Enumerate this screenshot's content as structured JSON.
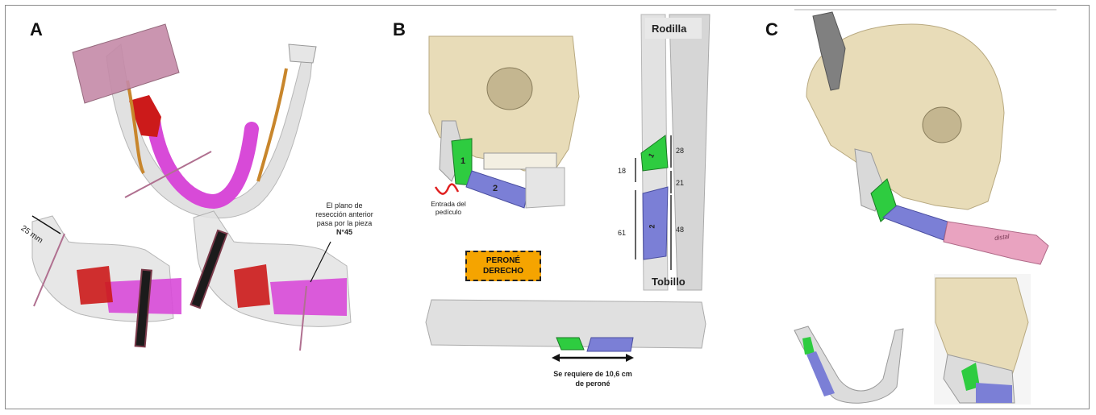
{
  "panels": {
    "a": {
      "letter": "A",
      "measure": "25 mm",
      "note_line1": "El plano de",
      "note_line2": "resección anterior",
      "note_line3": "pasa por la pieza",
      "note_line4": "N°45"
    },
    "b": {
      "letter": "B",
      "seg1": "1",
      "seg2": "2",
      "pedicle_line1": "Entrada del",
      "pedicle_line2": "pedículo",
      "knee": "Rodilla",
      "ankle": "Tobillo",
      "dims": [
        "28",
        "18",
        "21",
        "61",
        "48"
      ],
      "fibula_seg1": "1",
      "fibula_seg2": "2",
      "peroneal_line1": "PERONÉ",
      "peroneal_line2": "DERECHO",
      "requirement_line1": "Se requiere de 10,6 cm",
      "requirement_line2": "de peroné"
    },
    "c": {
      "letter": "C",
      "segment_label": "distal"
    }
  },
  "colors": {
    "bone": "#e8dcb8",
    "green_segment": "#2ecc40",
    "blue_segment": "#7b7fd6",
    "magenta_teeth": "#d84ad8",
    "red_tumor": "#cc1a1a",
    "nerve_orange": "#c8862c",
    "plane_pink": "#c58aa8",
    "label_yellow": "#f5a400",
    "pink_fibula": "#e9a3c0"
  }
}
